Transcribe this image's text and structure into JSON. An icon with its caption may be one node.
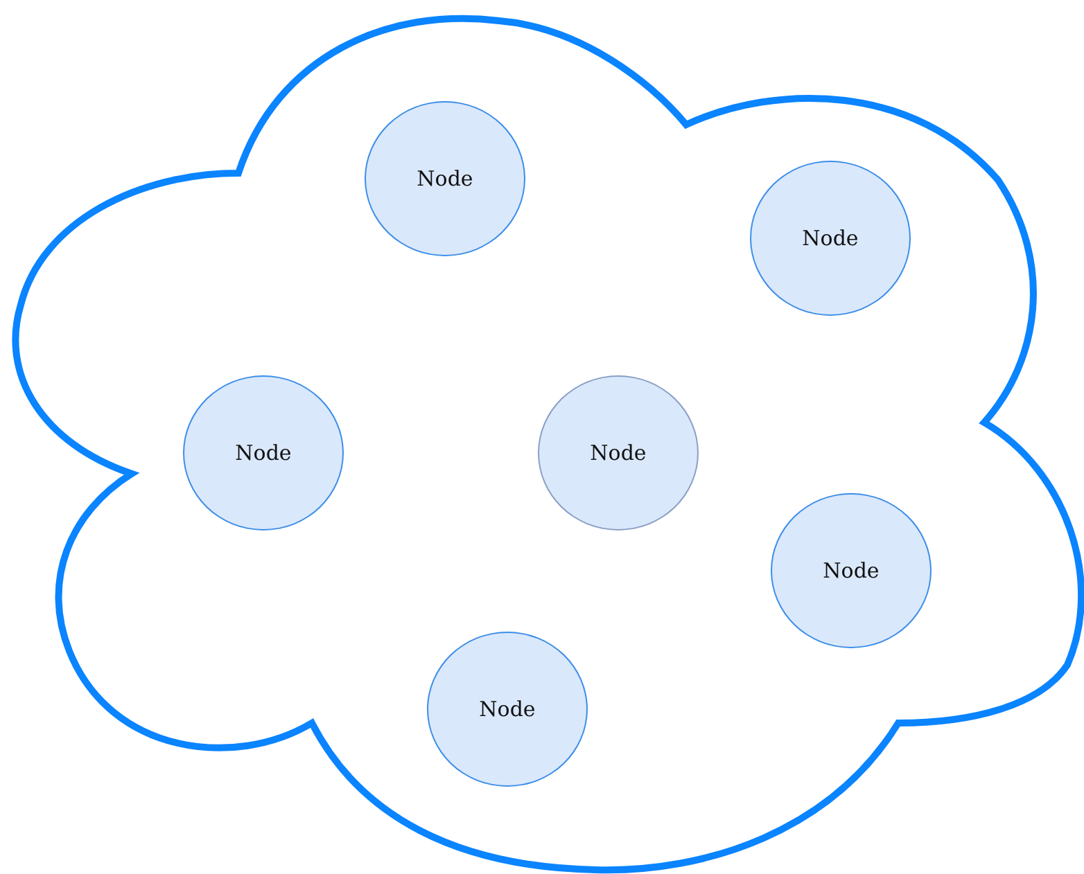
{
  "diagram": {
    "nodes": [
      {
        "text": [],
        "shape": "cloud"
      },
      {
        "text": [
          "Node"
        ],
        "in": 0
      },
      {
        "text": [
          "Node"
        ],
        "in": 0
      },
      {
        "text": [
          "Node"
        ],
        "in": 0
      },
      {
        "text": [
          "Node"
        ],
        "in": 0
      },
      {
        "text": [
          "Node"
        ],
        "in": 0
      },
      {
        "text": [
          "Node"
        ],
        "in": 0
      }
    ]
  }
}
